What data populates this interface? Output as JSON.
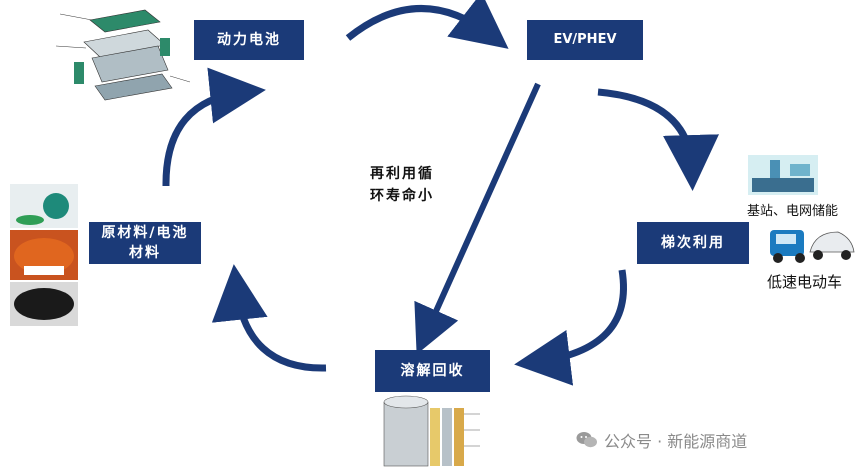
{
  "nodes": {
    "power_battery": "动力电池",
    "ev_phev": "EV/PHEV",
    "raw_materials_line1": "原材料/电池",
    "raw_materials_line2": "材料",
    "cascade_use": "梯次利用",
    "dissolve_recycle": "溶解回收"
  },
  "center_note": {
    "line1": "再利用循",
    "line2": "环寿命小"
  },
  "captions": {
    "base_station": "基站、电网储能",
    "low_speed_ev": "低速电动车"
  },
  "watermark": {
    "text": "公众号 · 新能源商道",
    "icon": "wechat-icon"
  },
  "colors": {
    "box": "#1b3a78",
    "arrow": "#1b3a78",
    "watermark": "#8a8a8a"
  }
}
